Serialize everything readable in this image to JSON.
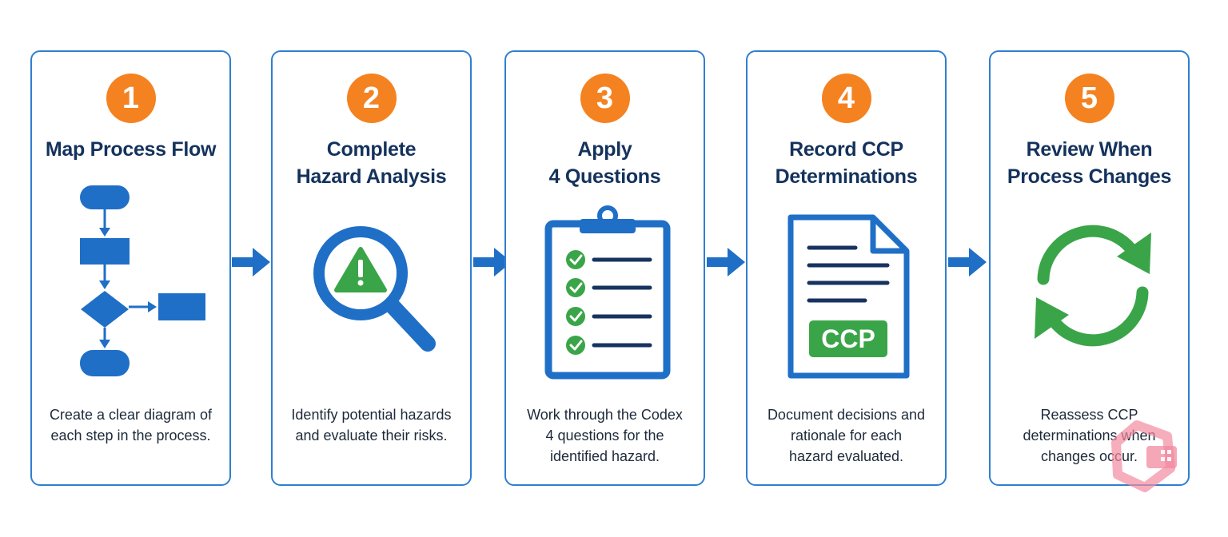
{
  "steps": [
    {
      "number": "1",
      "title_lines": [
        "Map Process Flow"
      ],
      "icon": "flowchart-icon",
      "desc_lines": [
        "Create a clear diagram of",
        "each step in the process."
      ]
    },
    {
      "number": "2",
      "title_lines": [
        "Complete",
        "Hazard Analysis"
      ],
      "icon": "magnifier-warning-icon",
      "desc_lines": [
        "Identify potential hazards",
        "and evaluate their risks."
      ]
    },
    {
      "number": "3",
      "title_lines": [
        "Apply",
        "4 Questions"
      ],
      "icon": "clipboard-checklist-icon",
      "desc_lines": [
        "Work through the Codex",
        "4 questions for the",
        "identified hazard."
      ]
    },
    {
      "number": "4",
      "title_lines": [
        "Record CCP",
        "Determinations"
      ],
      "icon": "document-icon",
      "icon_badge": "CCP",
      "desc_lines": [
        "Document decisions and",
        "rationale for each",
        "hazard evaluated."
      ]
    },
    {
      "number": "5",
      "title_lines": [
        "Review When",
        "Process Changes"
      ],
      "icon": "refresh-cycle-icon",
      "desc_lines": [
        "Reassess CCP",
        "determinations when",
        "changes occur."
      ]
    }
  ],
  "colors": {
    "border": "#2f7fd0",
    "accent_blue": "#1f6fc7",
    "number_orange": "#f58220",
    "check_green": "#3aa548",
    "title_navy": "#14325c",
    "line_navy": "#17335f"
  }
}
